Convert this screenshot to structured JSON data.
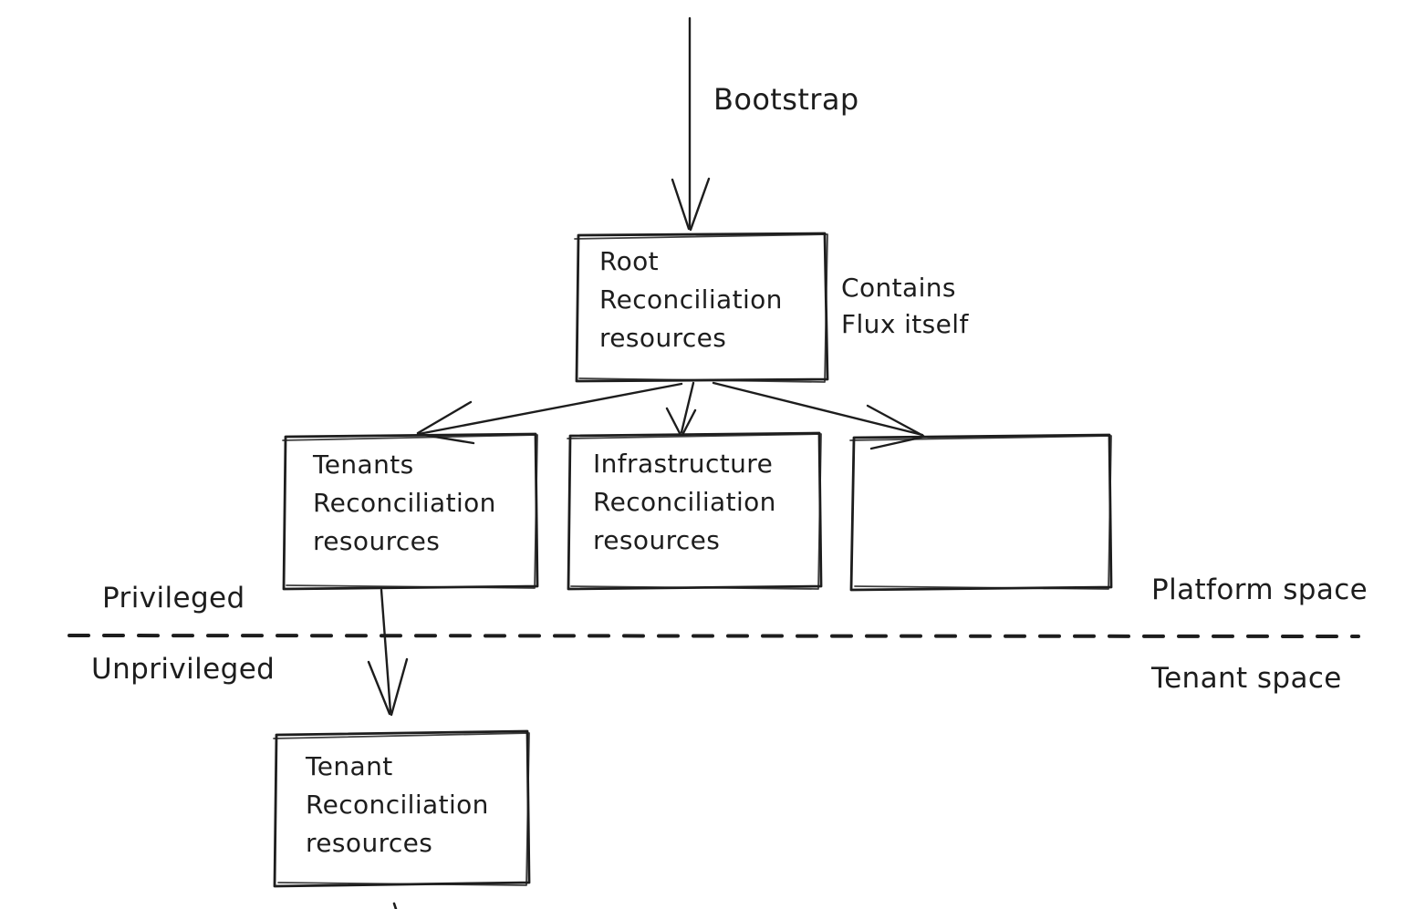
{
  "diagram": {
    "ink_color": "#1d1d1d",
    "background_color": "#ffffff",
    "arrows": {
      "bootstrap_label": "Bootstrap"
    },
    "notes": {
      "contains_flux": "Contains\nFlux itself"
    },
    "nodes": {
      "root": {
        "label": "Root\nReconciliation\nresources"
      },
      "tenants": {
        "label": "Tenants\nReconciliation\nresources"
      },
      "infrastructure": {
        "label": "Infrastructure\nReconciliation\nresources"
      },
      "unlabeled": {
        "label": ""
      },
      "tenant": {
        "label": "Tenant\nReconciliation\nresources"
      }
    },
    "zone_labels": {
      "privileged": "Privileged",
      "unprivileged": "Unprivileged",
      "platform_space": "Platform space",
      "tenant_space": "Tenant space"
    }
  }
}
